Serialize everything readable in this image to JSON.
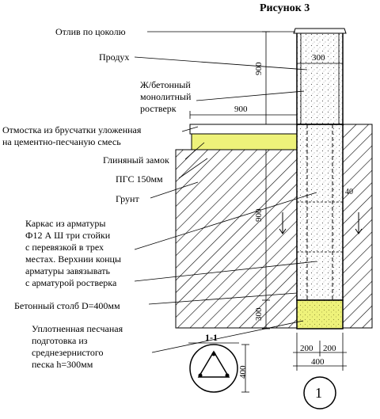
{
  "title": "Рисунок 3",
  "labels": {
    "otliv": "Отлив по цоколю",
    "produh": "Продух",
    "rostverk": [
      "Ж/бетонный",
      "монолитный",
      "ростверк"
    ],
    "otmostka": [
      "Отмостка из брусчатки уложенная",
      "на цементно-песчаную смесь"
    ],
    "glina": "Глиняный замок",
    "pgs": "ПГС 150мм",
    "grunt": "Грунт",
    "karkas": [
      "Каркас из арматуры",
      "Ф12 А Ш три стойки",
      "с перевязкой в трех",
      "местах. Верхнии концы",
      "арматуры завязывать",
      "с арматурой ростверка"
    ],
    "stolb": "Бетонный столб D=400мм",
    "podgotovka": [
      "Уплотненная песчаная",
      "подготовка из",
      "среднезернистого",
      "песка h=300мм"
    ]
  },
  "dimensions": {
    "d300": "300",
    "d900h": "900",
    "d900v": "900",
    "d900mid": "900",
    "d300low": "300",
    "d40": "40",
    "d200a": "200",
    "d200b": "200",
    "d400h": "400",
    "d400v": "400"
  },
  "section": {
    "label": "1-1",
    "marker": "1"
  },
  "colors": {
    "sand": "#eef27a",
    "line": "#000000"
  }
}
